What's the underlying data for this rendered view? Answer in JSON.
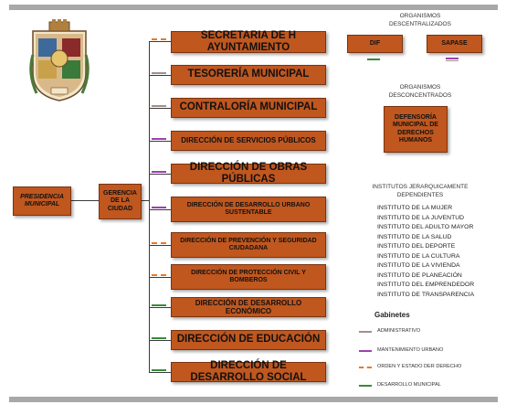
{
  "presidencia": "PRESIDENCIA MUNICIPAL",
  "gerencia": "GERENCIA DE LA CIUDAD",
  "departments": [
    {
      "label": "SECRETARIA DE H AYUNTAMIENTO",
      "tag": "orden"
    },
    {
      "label": "TESORERÍA MUNICIPAL",
      "tag": "administrativo"
    },
    {
      "label": "CONTRALORÍA MUNICIPAL",
      "tag": "administrativo"
    },
    {
      "label": "DIRECCIÓN DE SERVICIOS PÚBLICOS",
      "tag": "mantenimiento"
    },
    {
      "label": "DIRECCIÓN DE OBRAS PÚBLICAS",
      "tag": "mantenimiento"
    },
    {
      "label": "DIRECCIÓN DE DESARROLLO URBANO SUSTENTABLE",
      "tag": "mantenimiento"
    },
    {
      "label": "DIRECCIÓN DE PREVENCIÓN Y SEGURIDAD CIUDADANA",
      "tag": "orden"
    },
    {
      "label": "DIRECCIÓN DE PROTECCIÓN CIVIL Y BOMBEROS",
      "tag": "orden"
    },
    {
      "label": "DIRECCIÓN DE DESARROLLO ECONÓMICO",
      "tag": "desarrollo"
    },
    {
      "label": "DIRECCIÓN DE EDUCACIÓN",
      "tag": "desarrollo"
    },
    {
      "label": "DIRECCIÓN DE DESARROLLO SOCIAL",
      "tag": "desarrollo"
    }
  ],
  "descentralizados": {
    "title": "ORGANISMOS DESCENTRALIZADOS",
    "items": [
      "DIF",
      "SAPASE"
    ]
  },
  "desconcentrados": {
    "title": "ORGANISMOS DESCONCENTRADOS",
    "items": [
      "DEFENSORÍA MUNICIPAL DE DERECHOS HUMANOS"
    ]
  },
  "institutos": {
    "title": "INSTITUTOS JERARQUICAMENTE DEPENDIENTES",
    "items": [
      "INSTITUTO DE LA MUJER",
      "INSTITUTO DE LA JUVENTUD",
      "INSTITUTO DEL ADULTO MAYOR",
      "INSTITUTO DE LA SALUD",
      "INSTITUTO DEL DEPORTE",
      "INSTITUTO DE LA CULTURA",
      "INSTITUTO DE LA VIVIENDA",
      "INSTITUTO DE PLANEACIÓN",
      "INSTITUTO DEL EMPRENDEDOR",
      "INSTITUTO DE TRANSPARENCIA"
    ]
  },
  "gabinetes": {
    "title": "Gabinetes",
    "items": [
      {
        "label": "ADMINISTRATIVO",
        "style": "solid",
        "color": "#a0928a"
      },
      {
        "label": "MANTENIMIENTO URBANO",
        "style": "solid",
        "color": "#a040b0"
      },
      {
        "label": "ORDEN Y ESTADO DER DERECHO",
        "style": "dashed",
        "color": "#e87a2a"
      },
      {
        "label": "DESARROLLO MUNICIPAL",
        "style": "solid",
        "color": "#3a8a3a"
      }
    ]
  },
  "colors": {
    "box": "#c0571f",
    "border": "#7a3310",
    "bar": "#a8a8a8"
  }
}
